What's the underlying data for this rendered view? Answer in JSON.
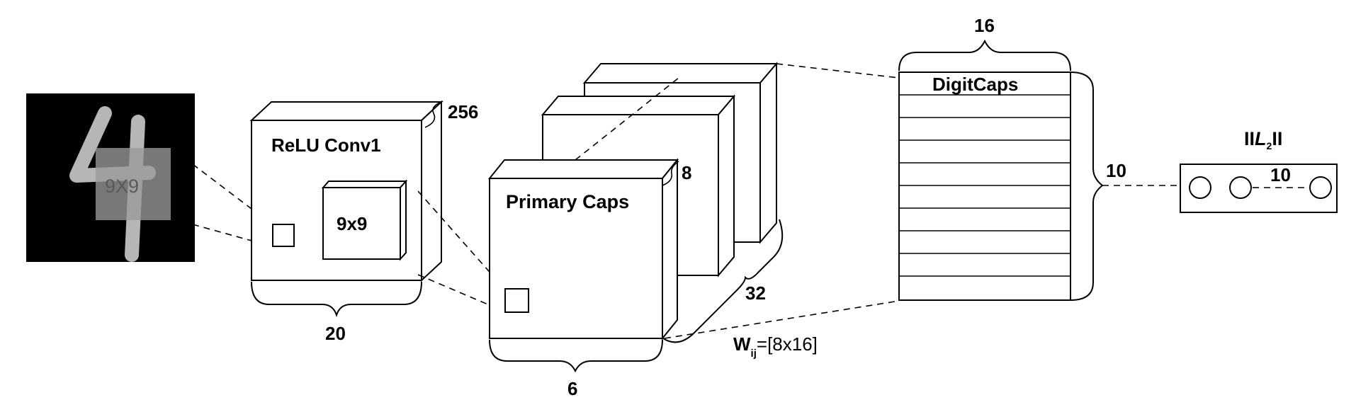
{
  "input_image": {
    "kernel_label": "9X9"
  },
  "relu_conv1": {
    "title": "ReLU Conv1",
    "kernel_label": "9x9",
    "depth_label": "256",
    "width_label": "20"
  },
  "primary_caps": {
    "title": "Primary Caps",
    "depth_label": "8",
    "count_label": "32",
    "width_label": "6"
  },
  "weights": {
    "label_main": "W",
    "label_sub": "ij",
    "label_value": "=[8x16]"
  },
  "digit_caps": {
    "title": "DigitCaps",
    "width_label": "16",
    "rows_label": "10",
    "row_count": 10
  },
  "l2_norm": {
    "label_pre": "II",
    "label_var": "L",
    "label_sub": "2",
    "label_post": "II",
    "count_label": "10"
  }
}
